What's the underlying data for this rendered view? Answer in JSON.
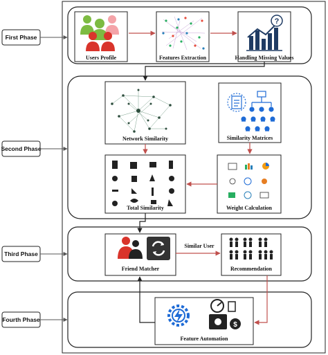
{
  "phases": [
    "First Phase",
    "Second Phase",
    "Third Phase",
    "Fourth Phase"
  ],
  "nodes": {
    "users_profile": "Users Profile",
    "features_extraction": "Features Extraction",
    "handling_missing_values": "Handling Missing Values",
    "network_similarity": "Network Similarity",
    "similarity_matrices": "Similarity Matrices",
    "total_similarity": "Total Similarity",
    "weight_calculation": "Weight Calculation",
    "friend_matcher": "Friend Matcher",
    "recommendation": "Recommendation",
    "feature_automation": "Feature Automation"
  },
  "edges": {
    "similar_user": "Similar User"
  },
  "colors": {
    "accent_arrow": "#c0504d",
    "dark_arrow": "#222222",
    "blue_icon": "#1e6bd6",
    "user_green": "#7dbb42",
    "user_red": "#d9342b",
    "user_pink": "#f4a3a8"
  }
}
